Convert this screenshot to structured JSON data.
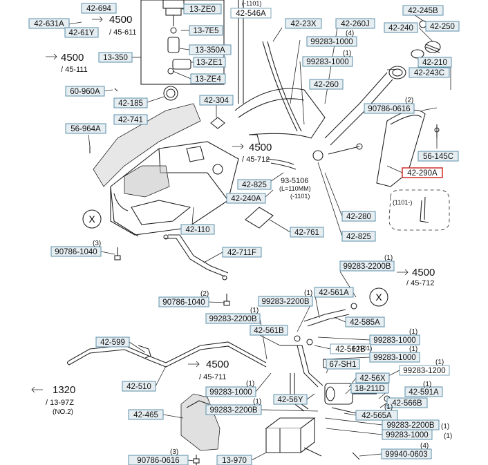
{
  "callouts": {
    "c_42_631A": "42-631A",
    "c_42_694": "42-694",
    "c_42_61Y": "42-61Y",
    "c_13_ZE0": "13-ZE0",
    "c_13_7E5": "13-7E5",
    "c_13_350A": "13-350A",
    "c_13_ZE1": "13-ZE1",
    "c_13_ZE4": "13-ZE4",
    "c_13_350": "13-350",
    "c_60_960A": "60-960A",
    "c_42_185": "42-185",
    "c_42_304": "42-304",
    "c_56_964A": "56-964A",
    "c_42_741": "42-741",
    "c_42_546A": "42-546A",
    "c_42_23X": "42-23X",
    "c_42_260J": "42-260J",
    "c_99283_1000_a": "99283-1000",
    "c_99283_1000_b": "99283-1000",
    "c_42_260": "42-260",
    "c_42_245B": "42-245B",
    "c_42_240": "42-240",
    "c_42_250": "42-250",
    "c_42_210": "42-210",
    "c_42_243C": "42-243C",
    "c_90786_0616_a": "90786-0616",
    "c_56_145C": "56-145C",
    "c_42_290A": "42-290A",
    "c_42_825_a": "42-825",
    "c_42_240A": "42-240A",
    "c_42_110": "42-110",
    "c_42_761": "42-761",
    "c_42_280": "42-280",
    "c_42_825_b": "42-825",
    "c_90786_1040_a": "90786-1040",
    "c_42_711F": "42-711F",
    "c_99283_2200B_a": "99283-2200B",
    "c_42_561A": "42-561A",
    "c_90786_1040_b": "90786-1040",
    "c_99283_2200B_b": "99283-2200B",
    "c_99283_2200B_c": "99283-2200B",
    "c_42_585A": "42-585A",
    "c_42_561B": "42-561B",
    "c_99283_1000_c": "99283-1000",
    "c_42_562B": "42-562B",
    "c_99283_1000_d": "99283-1000",
    "c_42_599": "42-599",
    "c_67_SH1": "67-SH1",
    "c_99283_1200": "99283-1200",
    "c_42_56X": "42-56X",
    "c_18_211D": "18-211D",
    "c_42_510": "42-510",
    "c_99283_1000_e": "99283-1000",
    "c_42_56Y": "42-56Y",
    "c_42_591A": "42-591A",
    "c_42_566B": "42-566B",
    "c_42_465": "42-465",
    "c_99283_2200B_d": "99283-2200B",
    "c_42_565A": "42-565A",
    "c_99283_2200B_e": "99283-2200B",
    "c_99283_1000_f": "99283-1000",
    "c_90786_0616_b": "90786-0616",
    "c_13_970": "13-970",
    "c_99940_0603": "99940-0603"
  },
  "qty": {
    "q_1101_top": "(-1101)",
    "q_4": "(4)",
    "q_1_a": "(1)",
    "q_2_a": "(2)",
    "q_3_a": "(3)",
    "q_1_b": "(1)",
    "q_2_b": "(2)",
    "q_1_c": "(1)",
    "q_1_d": "(1)",
    "q_1_e": "(1)",
    "q_1_f": "(1)",
    "q_1_g": "(1)",
    "q_1_h": "(1)",
    "q_1_i": "(1)",
    "q_1_j": "(1)",
    "q_1_k": "(1)",
    "q_1_l": "(1)",
    "q_1_m": "(1)",
    "q_4_b": "(4)",
    "q_3_b": "(3)",
    "q_1101_mid": "(-1101)",
    "q_1101_side": "(1101-)",
    "q_1101_562": "(-1101)"
  },
  "refs": {
    "r_4500_a": "4500",
    "r_45_611": "/ 45-611",
    "r_4500_b": "4500",
    "r_45_111": "/ 45-111",
    "r_4500_c": "4500",
    "r_45_712_a": "/ 45-712",
    "r_4500_d": "4500",
    "r_45_712_b": "/ 45-712",
    "r_4500_e": "4500",
    "r_45_711": "/ 45-711",
    "r_1320": "1320",
    "r_13_97Z": "/ 13-97Z",
    "r_no2": "(NO.2)",
    "r_93_5106": "93-5106",
    "r_110mm": "(L=110MM)",
    "r_1101_hose": "(-1101)"
  },
  "markers": {
    "x_left": "X",
    "x_right": "X"
  },
  "colors": {
    "callout_border": "#5b8fa8",
    "callout_fill": "#e6eef2",
    "highlight_border": "#d23a3a",
    "line": "#222222"
  }
}
